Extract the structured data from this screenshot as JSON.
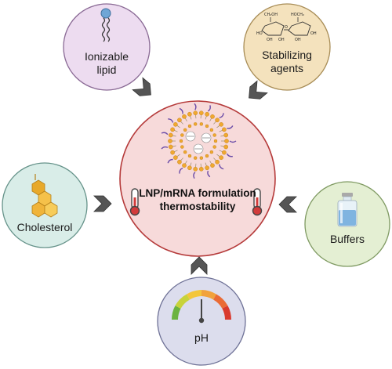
{
  "center": {
    "title_line1": "LNP/mRNA formulation",
    "title_line2": "thermostability",
    "fill": "#f7dada",
    "stroke": "#b53a3a"
  },
  "factors": [
    {
      "key": "ionizable_lipid",
      "line1": "Ionizable",
      "line2": "lipid",
      "fill": "#eddcf0",
      "stroke": "#8a6a95",
      "icon": "lipid-icon"
    },
    {
      "key": "stabilizing_agents",
      "line1": "Stabilizing",
      "line2": "agents",
      "fill": "#f4e2bd",
      "stroke": "#a88d57",
      "icon": "sugar-structure-icon"
    },
    {
      "key": "cholesterol",
      "line1": "Cholesterol",
      "line2": "",
      "fill": "#d9ede8",
      "stroke": "#66938a",
      "icon": "cholesterol-icon"
    },
    {
      "key": "buffers",
      "line1": "Buffers",
      "line2": "",
      "fill": "#e4efd3",
      "stroke": "#7f9a62",
      "icon": "vial-icon"
    },
    {
      "key": "ph",
      "line1": "pH",
      "line2": "",
      "fill": "#dcdded",
      "stroke": "#6e7196",
      "icon": "gauge-icon"
    }
  ],
  "chem_labels": {
    "a": "CH₂OH",
    "b": "HOCH₂",
    "c": "OH",
    "d": "O",
    "e": "HO"
  },
  "arrow_color": "#555555"
}
